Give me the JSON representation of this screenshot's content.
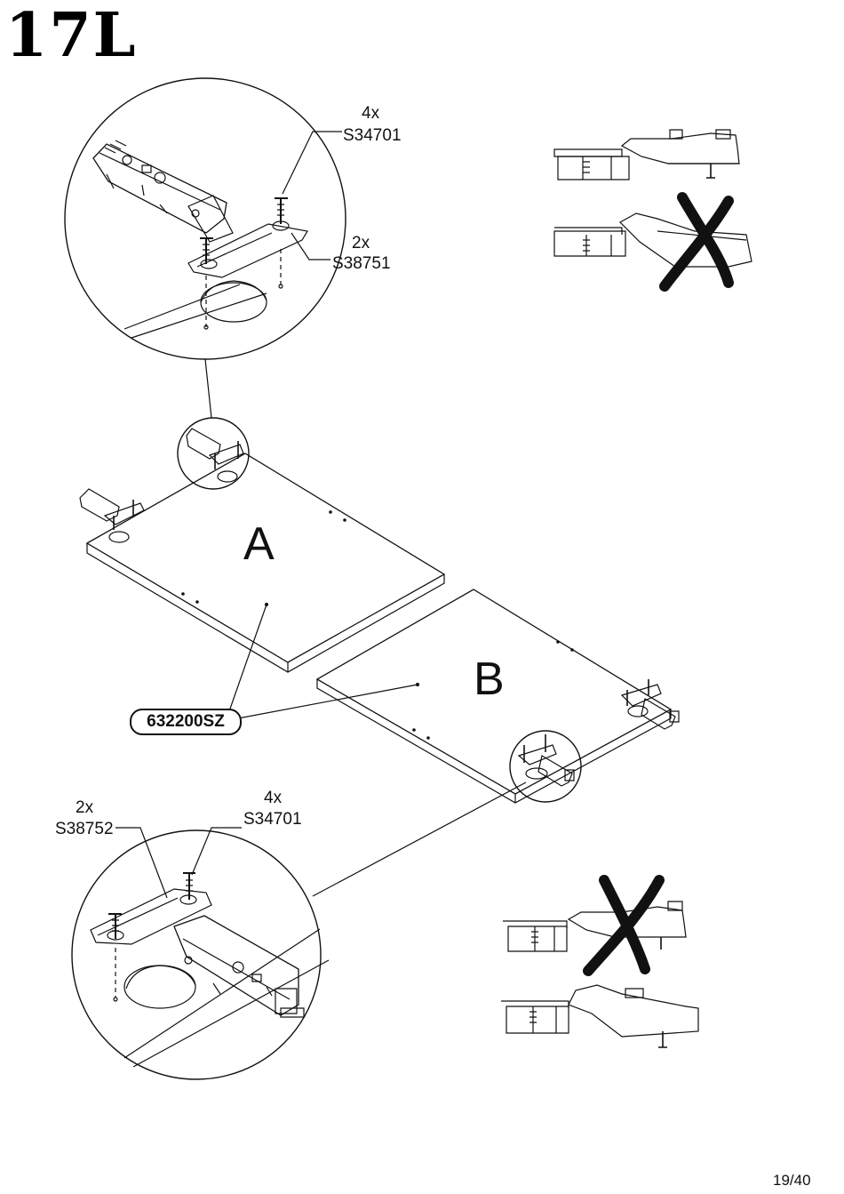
{
  "step": "17L",
  "panels": {
    "a": "A",
    "b": "B"
  },
  "part_code": "632200SZ",
  "callouts": {
    "top_screw": {
      "qty": "4x",
      "code": "S34701"
    },
    "top_plate": {
      "qty": "2x",
      "code": "S38751"
    },
    "bottom_plate": {
      "qty": "2x",
      "code": "S38752"
    },
    "bottom_screw": {
      "qty": "4x",
      "code": "S34701"
    }
  },
  "page_number": "19/40",
  "icons": [
    "hinge-icon",
    "screw-icon",
    "wrong-cross-icon",
    "detail-magnifier-icon"
  ]
}
